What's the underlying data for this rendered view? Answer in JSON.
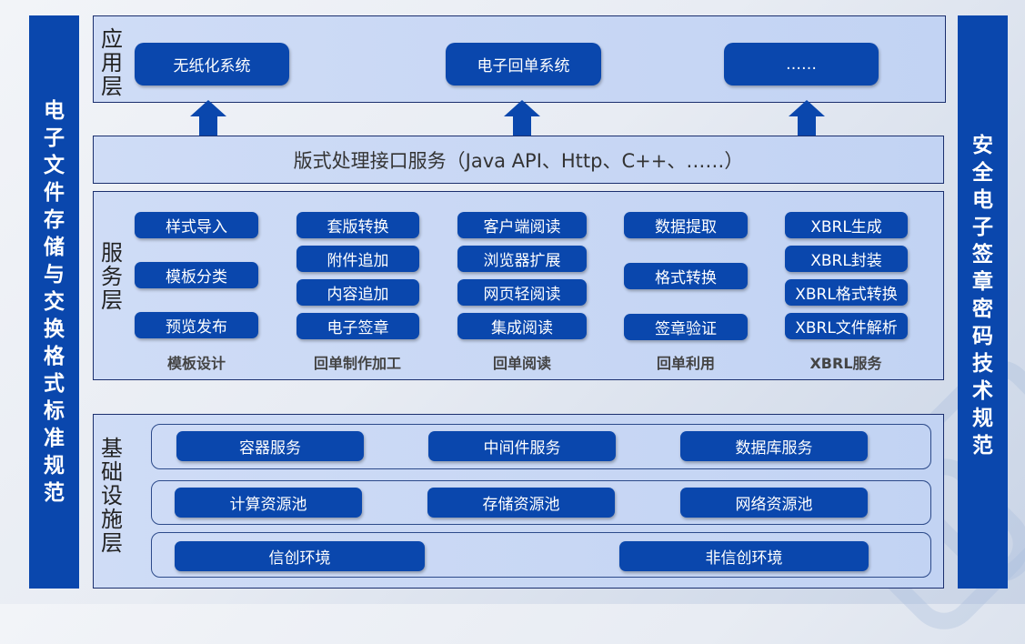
{
  "left_bar": {
    "title": "电子文件存储与交换格式标准规范",
    "chars": [
      "电",
      "子",
      "文",
      "件",
      "存",
      "储",
      "与",
      "交",
      "换",
      "格",
      "式",
      "标",
      "准",
      "规",
      "范"
    ]
  },
  "right_bar": {
    "title": "安全电子签章密码技术规范",
    "chars": [
      "安",
      "全",
      "电",
      "子",
      "签",
      "章",
      "密",
      "码",
      "技",
      "术",
      "规",
      "范"
    ]
  },
  "app_layer": {
    "label_chars": [
      "应",
      "用",
      "层"
    ],
    "systems": [
      "无纸化系统",
      "电子回单系统",
      "……"
    ]
  },
  "api_layer": {
    "text": "版式处理接口服务（Java API、Http、C++、……）"
  },
  "service_layer": {
    "label_chars": [
      "服",
      "务",
      "层"
    ],
    "groups": [
      {
        "name": "模板设计",
        "items": [
          "样式导入",
          "模板分类",
          "预览发布"
        ]
      },
      {
        "name": "回单制作加工",
        "items": [
          "套版转换",
          "附件追加",
          "内容追加",
          "电子签章"
        ]
      },
      {
        "name": "回单阅读",
        "items": [
          "客户端阅读",
          "浏览器扩展",
          "网页轻阅读",
          "集成阅读"
        ]
      },
      {
        "name": "回单利用",
        "items": [
          "数据提取",
          "格式转换",
          "签章验证"
        ]
      },
      {
        "name": "XBRL服务",
        "items": [
          "XBRL生成",
          "XBRL封装",
          "XBRL格式转换",
          "XBRL文件解析"
        ]
      }
    ]
  },
  "infra_layer": {
    "label_chars": [
      "基",
      "础",
      "设",
      "施",
      "层"
    ],
    "rows": [
      [
        "容器服务",
        "中间件服务",
        "数据库服务"
      ],
      [
        "计算资源池",
        "存储资源池",
        "网络资源池"
      ],
      [
        "信创环境",
        "非信创环境"
      ]
    ]
  },
  "colors": {
    "primary": "#0a47ad",
    "layer_bg": "#c8d7f4",
    "border": "#1b2f6e"
  }
}
